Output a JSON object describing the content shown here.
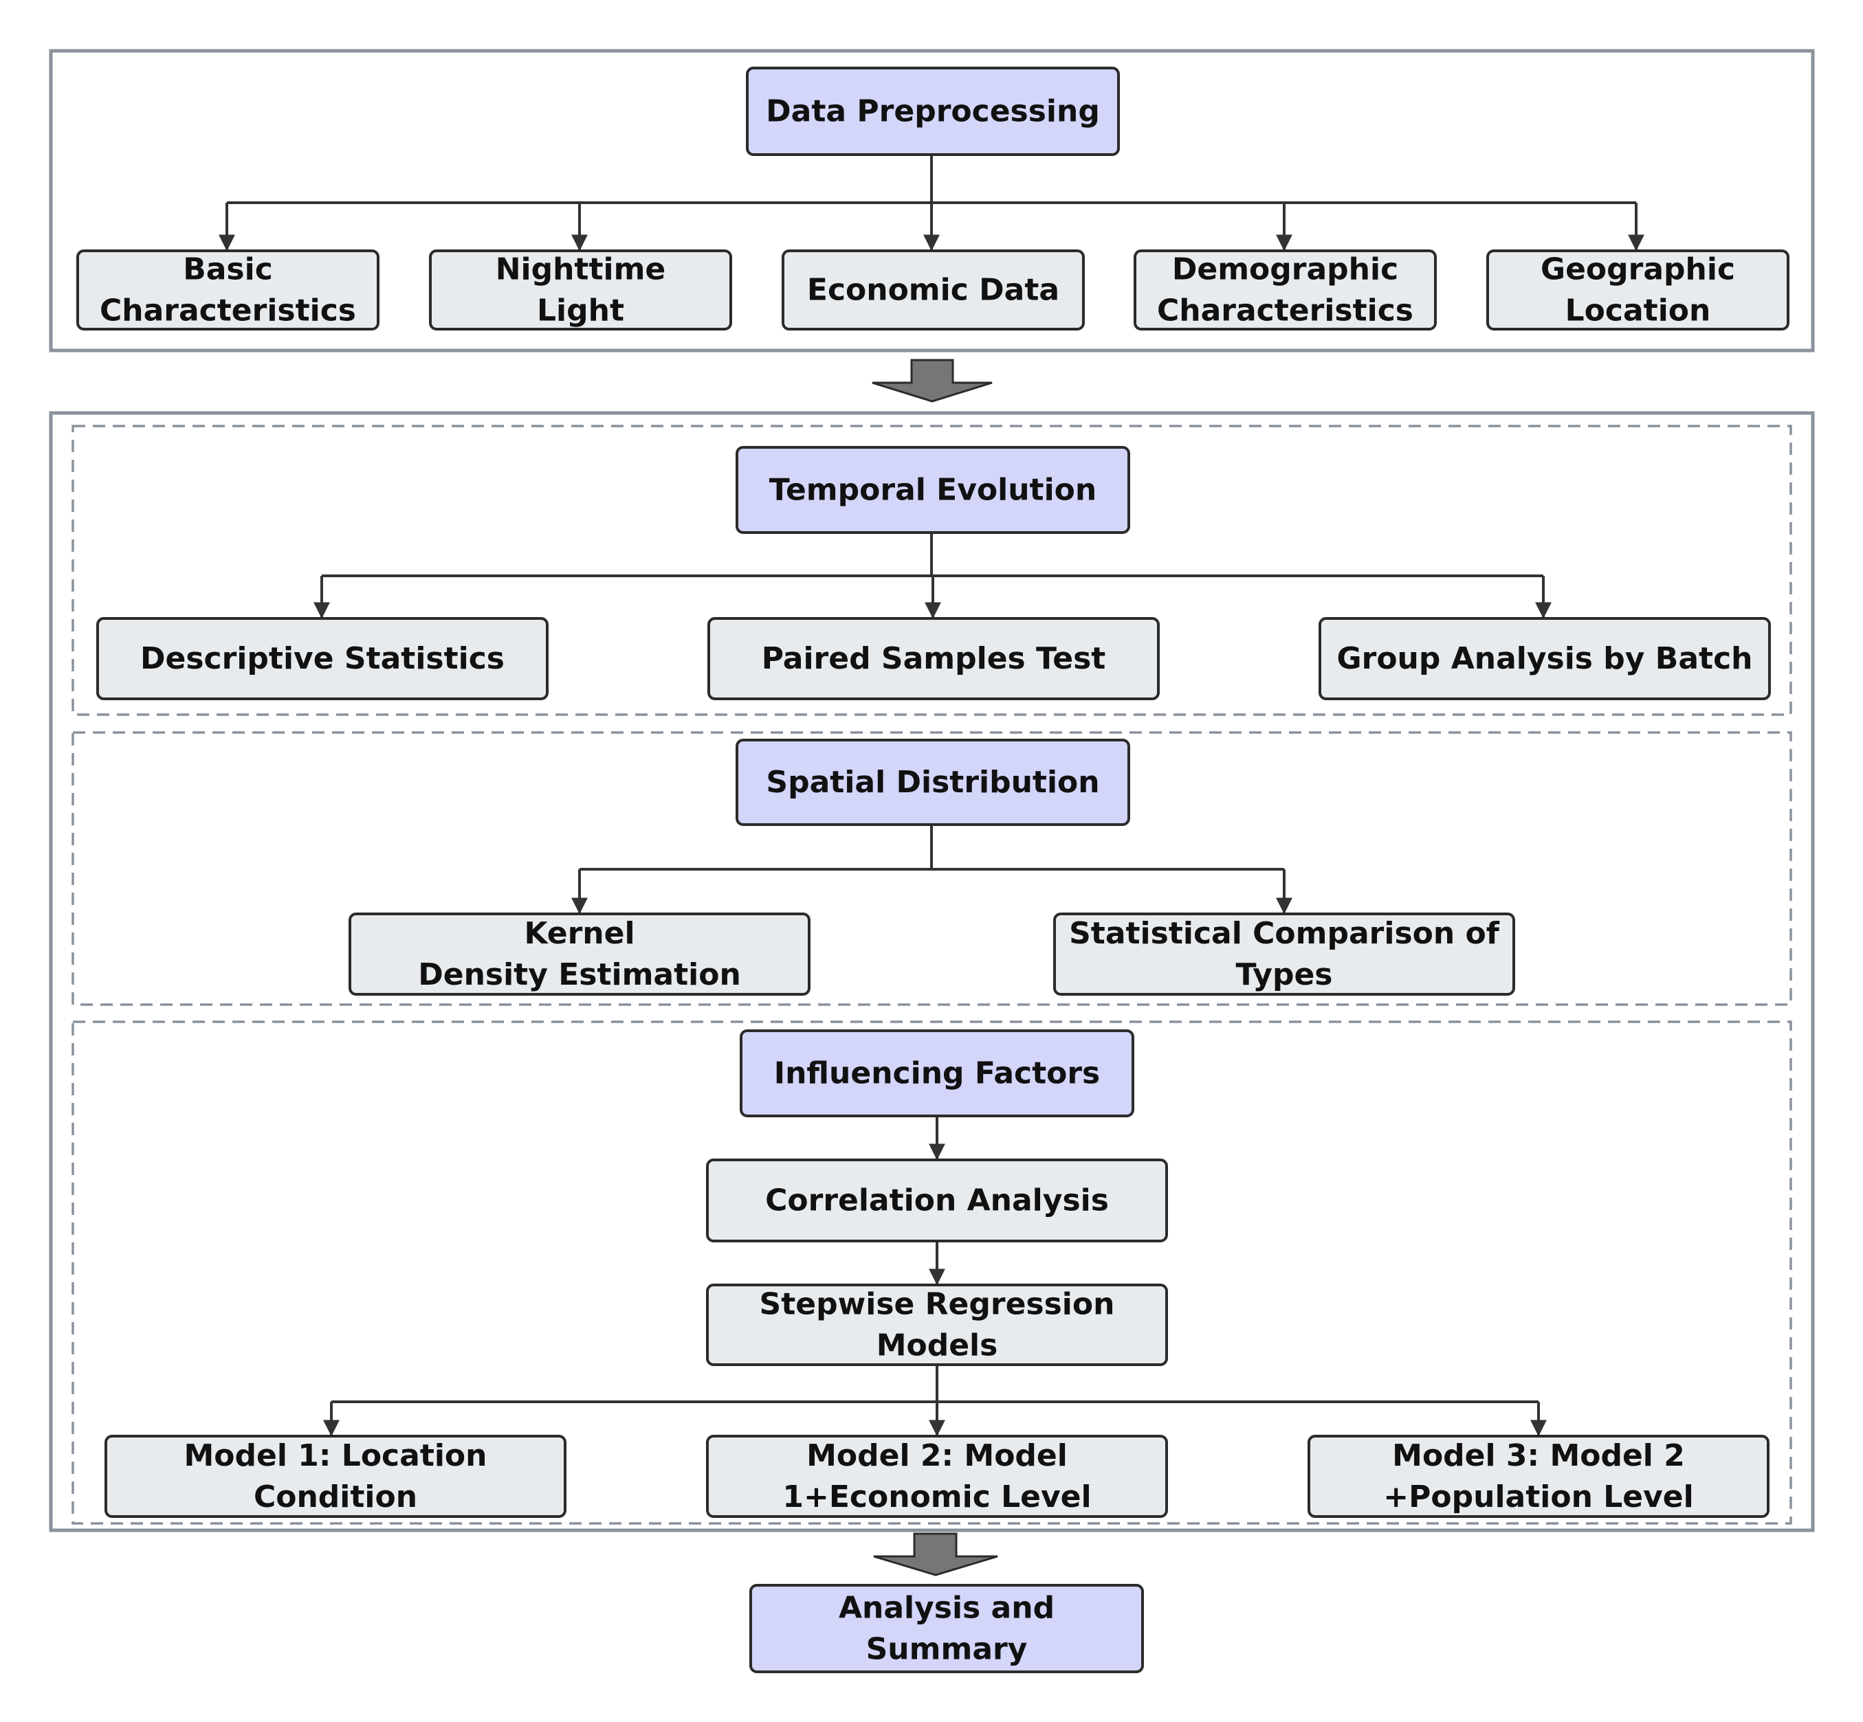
{
  "diagram": {
    "data_preprocessing": {
      "title": "Data Preprocessing",
      "items": [
        [
          "Basic",
          "Characteristics"
        ],
        [
          "Nighttime",
          "Light"
        ],
        [
          "Economic Data"
        ],
        [
          "Demographic",
          "Characteristics"
        ],
        [
          "Geographic",
          "Location"
        ]
      ]
    },
    "temporal_evolution": {
      "title": "Temporal Evolution",
      "items": [
        [
          "Descriptive Statistics"
        ],
        [
          "Paired Samples Test"
        ],
        [
          "Group Analysis by Batch"
        ]
      ]
    },
    "spatial_distribution": {
      "title": "Spatial Distribution",
      "items": [
        [
          "Kernel",
          "Density Estimation"
        ],
        [
          "Statistical Comparison of",
          "Types"
        ]
      ]
    },
    "influencing_factors": {
      "title": "Influencing Factors",
      "correlation": [
        "Correlation Analysis"
      ],
      "stepwise": [
        "Stepwise Regression",
        "Models"
      ],
      "models": [
        [
          "Model 1: Location",
          "Condition"
        ],
        [
          "Model 2: Model",
          "1+Economic Level"
        ],
        [
          "Model 3: Model 2",
          "+Population Level"
        ]
      ]
    },
    "summary": [
      "Analysis and",
      "Summary"
    ]
  }
}
